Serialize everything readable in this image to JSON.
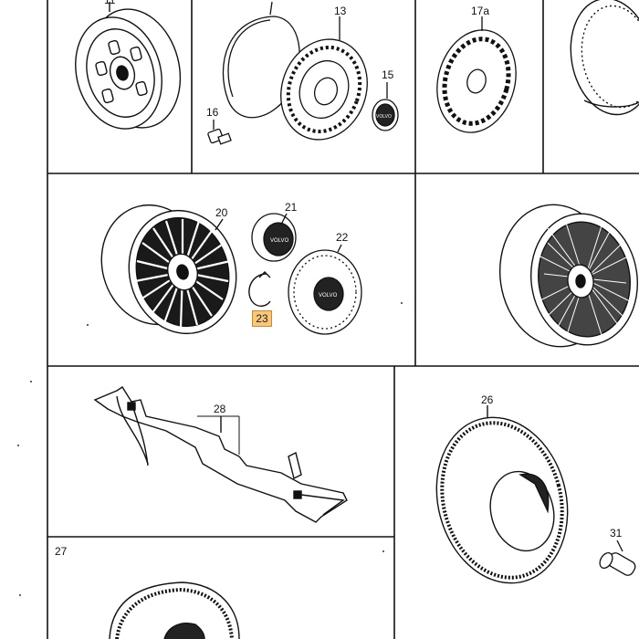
{
  "parts": {
    "p11": "11",
    "p13": "13",
    "p15": "15",
    "p16": "16",
    "p17a": "17a",
    "p20": "20",
    "p21": "21",
    "p22": "22",
    "p23": "23",
    "p26": "26",
    "p27": "27",
    "p28": "28",
    "p31": "31"
  },
  "logo_text": "VOLVO",
  "colors": {
    "line": "#111111",
    "highlight_fill": "#f7c77e",
    "highlight_border": "#d08a24"
  }
}
